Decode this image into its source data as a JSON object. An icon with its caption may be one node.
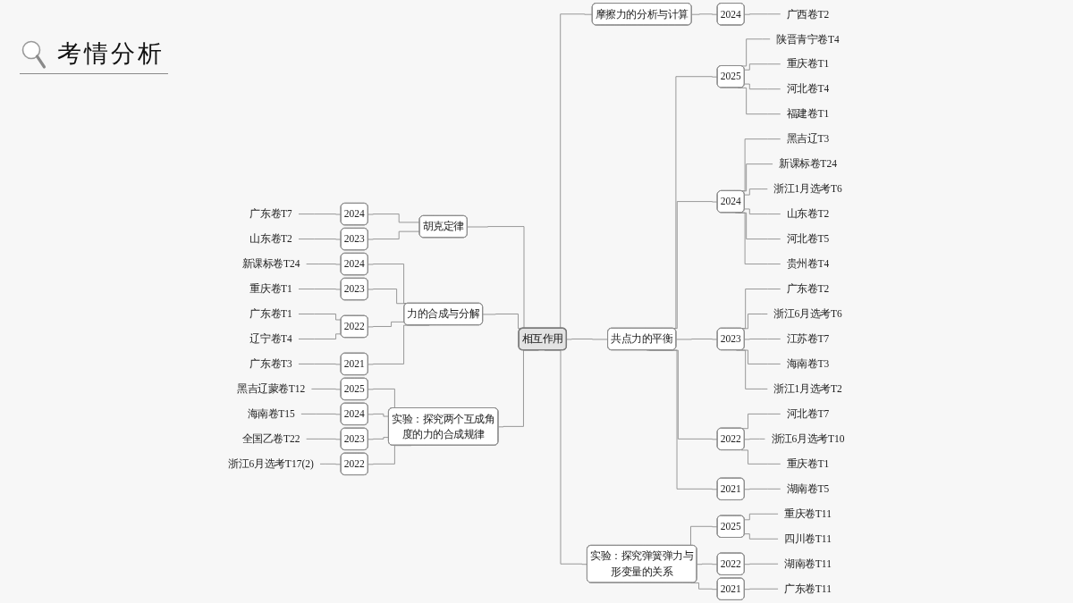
{
  "diagram": {
    "title": "考情分析",
    "nodes": [
      {
        "text": [
          "相互作用"
        ]
      },
      {
        "text": [
          "胡克定律"
        ]
      },
      {
        "text": [
          "2024"
        ]
      },
      {
        "text": [
          "广东卷T7"
        ]
      },
      {
        "text": [
          "2023"
        ]
      },
      {
        "text": [
          "山东卷T2"
        ]
      },
      {
        "text": [
          "力的合成与分解"
        ]
      },
      {
        "text": [
          "2024"
        ]
      },
      {
        "text": [
          "新课标卷T24"
        ]
      },
      {
        "text": [
          "2023"
        ]
      },
      {
        "text": [
          "重庆卷T1"
        ]
      },
      {
        "text": [
          "2022"
        ]
      },
      {
        "text": [
          "广东卷T1"
        ]
      },
      {
        "text": [
          "辽宁卷T4"
        ]
      },
      {
        "text": [
          "2021"
        ]
      },
      {
        "text": [
          "广东卷T3"
        ]
      },
      {
        "text": [
          "实验：探究两个互成角度的力的合成规律"
        ]
      },
      {
        "text": [
          "2025"
        ]
      },
      {
        "text": [
          "黑吉辽蒙卷T12"
        ]
      },
      {
        "text": [
          "2024"
        ]
      },
      {
        "text": [
          "海南卷T15"
        ]
      },
      {
        "text": [
          "2023"
        ]
      },
      {
        "text": [
          "全国乙卷T22"
        ]
      },
      {
        "text": [
          "2022"
        ]
      },
      {
        "text": [
          "浙江6月选考T17(2)"
        ]
      },
      {
        "text": [
          "摩擦力的分析与计算"
        ]
      },
      {
        "text": [
          "2024"
        ]
      },
      {
        "text": [
          "广西卷T2"
        ]
      },
      {
        "text": [
          "共点力的平衡"
        ]
      },
      {
        "text": [
          "2025"
        ]
      },
      {
        "text": [
          "陕晋青宁卷T4"
        ]
      },
      {
        "text": [
          "重庆卷T1"
        ]
      },
      {
        "text": [
          "河北卷T4"
        ]
      },
      {
        "text": [
          "福建卷T1"
        ]
      },
      {
        "text": [
          "2024"
        ]
      },
      {
        "text": [
          "黑吉辽T3"
        ]
      },
      {
        "text": [
          "新课标卷T24"
        ]
      },
      {
        "text": [
          "浙江1月选考T6"
        ]
      },
      {
        "text": [
          "山东卷T2"
        ]
      },
      {
        "text": [
          "河北卷T5"
        ]
      },
      {
        "text": [
          "贵州卷T4"
        ]
      },
      {
        "text": [
          "2023"
        ]
      },
      {
        "text": [
          "广东卷T2"
        ]
      },
      {
        "text": [
          "浙江6月选考T6"
        ]
      },
      {
        "text": [
          "江苏卷T7"
        ]
      },
      {
        "text": [
          "海南卷T3"
        ]
      },
      {
        "text": [
          "浙江1月选考T2"
        ]
      },
      {
        "text": [
          "2022"
        ]
      },
      {
        "text": [
          "河北卷T7"
        ]
      },
      {
        "text": [
          "浙江6月选考T10"
        ]
      },
      {
        "text": [
          "重庆卷T1"
        ]
      },
      {
        "text": [
          "2021"
        ]
      },
      {
        "text": [
          "湖南卷T5"
        ]
      },
      {
        "text": [
          "实验：探究弹簧弹力与形变量的关系"
        ]
      },
      {
        "text": [
          "2025"
        ]
      },
      {
        "text": [
          "重庆卷T11"
        ]
      },
      {
        "text": [
          "四川卷T11"
        ]
      },
      {
        "text": [
          "2022"
        ]
      },
      {
        "text": [
          "湖南卷T11"
        ]
      },
      {
        "text": [
          "2021"
        ]
      },
      {
        "text": [
          "广东卷T11"
        ]
      }
    ],
    "edges": [
      {
        "from": 1,
        "to": 0,
        "arrow": "none"
      },
      {
        "from": 2,
        "to": 1,
        "arrow": "none"
      },
      {
        "from": 3,
        "to": 2,
        "arrow": "none"
      },
      {
        "from": 4,
        "to": 1,
        "arrow": "none"
      },
      {
        "from": 5,
        "to": 4,
        "arrow": "none"
      },
      {
        "from": 6,
        "to": 0,
        "arrow": "none"
      },
      {
        "from": 7,
        "to": 6,
        "arrow": "none"
      },
      {
        "from": 8,
        "to": 7,
        "arrow": "none"
      },
      {
        "from": 9,
        "to": 6,
        "arrow": "none"
      },
      {
        "from": 10,
        "to": 9,
        "arrow": "none"
      },
      {
        "from": 11,
        "to": 6,
        "arrow": "none"
      },
      {
        "from": 12,
        "to": 11,
        "arrow": "none"
      },
      {
        "from": 13,
        "to": 11,
        "arrow": "none"
      },
      {
        "from": 14,
        "to": 6,
        "arrow": "none"
      },
      {
        "from": 15,
        "to": 14,
        "arrow": "none"
      },
      {
        "from": 16,
        "to": 0,
        "arrow": "none"
      },
      {
        "from": 17,
        "to": 16,
        "arrow": "none"
      },
      {
        "from": 18,
        "to": 17,
        "arrow": "none"
      },
      {
        "from": 19,
        "to": 16,
        "arrow": "none"
      },
      {
        "from": 20,
        "to": 19,
        "arrow": "none"
      },
      {
        "from": 21,
        "to": 16,
        "arrow": "none"
      },
      {
        "from": 22,
        "to": 21,
        "arrow": "none"
      },
      {
        "from": 23,
        "to": 16,
        "arrow": "none"
      },
      {
        "from": 24,
        "to": 23,
        "arrow": "none"
      },
      {
        "from": 0,
        "to": 25,
        "arrow": "none"
      },
      {
        "from": 25,
        "to": 26,
        "arrow": "none"
      },
      {
        "from": 26,
        "to": 27,
        "arrow": "none"
      },
      {
        "from": 0,
        "to": 28,
        "arrow": "none"
      },
      {
        "from": 28,
        "to": 29,
        "arrow": "none"
      },
      {
        "from": 29,
        "to": 30,
        "arrow": "none"
      },
      {
        "from": 29,
        "to": 31,
        "arrow": "none"
      },
      {
        "from": 29,
        "to": 32,
        "arrow": "none"
      },
      {
        "from": 29,
        "to": 33,
        "arrow": "none"
      },
      {
        "from": 28,
        "to": 34,
        "arrow": "none"
      },
      {
        "from": 34,
        "to": 35,
        "arrow": "none"
      },
      {
        "from": 34,
        "to": 36,
        "arrow": "none"
      },
      {
        "from": 34,
        "to": 37,
        "arrow": "none"
      },
      {
        "from": 34,
        "to": 38,
        "arrow": "none"
      },
      {
        "from": 34,
        "to": 39,
        "arrow": "none"
      },
      {
        "from": 34,
        "to": 40,
        "arrow": "none"
      },
      {
        "from": 28,
        "to": 41,
        "arrow": "none"
      },
      {
        "from": 41,
        "to": 42,
        "arrow": "none"
      },
      {
        "from": 41,
        "to": 43,
        "arrow": "none"
      },
      {
        "from": 41,
        "to": 44,
        "arrow": "none"
      },
      {
        "from": 41,
        "to": 45,
        "arrow": "none"
      },
      {
        "from": 41,
        "to": 46,
        "arrow": "none"
      },
      {
        "from": 28,
        "to": 47,
        "arrow": "none"
      },
      {
        "from": 47,
        "to": 48,
        "arrow": "none"
      },
      {
        "from": 47,
        "to": 49,
        "arrow": "none"
      },
      {
        "from": 47,
        "to": 50,
        "arrow": "none"
      },
      {
        "from": 28,
        "to": 51,
        "arrow": "none"
      },
      {
        "from": 51,
        "to": 52,
        "arrow": "none"
      },
      {
        "from": 0,
        "to": 53,
        "arrow": "none"
      },
      {
        "from": 53,
        "to": 54,
        "arrow": "none"
      },
      {
        "from": 54,
        "to": 55,
        "arrow": "none"
      },
      {
        "from": 54,
        "to": 56,
        "arrow": "none"
      },
      {
        "from": 53,
        "to": 57,
        "arrow": "none"
      },
      {
        "from": 57,
        "to": 58,
        "arrow": "none"
      },
      {
        "from": 53,
        "to": 59,
        "arrow": "none"
      },
      {
        "from": 59,
        "to": 60,
        "arrow": "none"
      }
    ]
  }
}
